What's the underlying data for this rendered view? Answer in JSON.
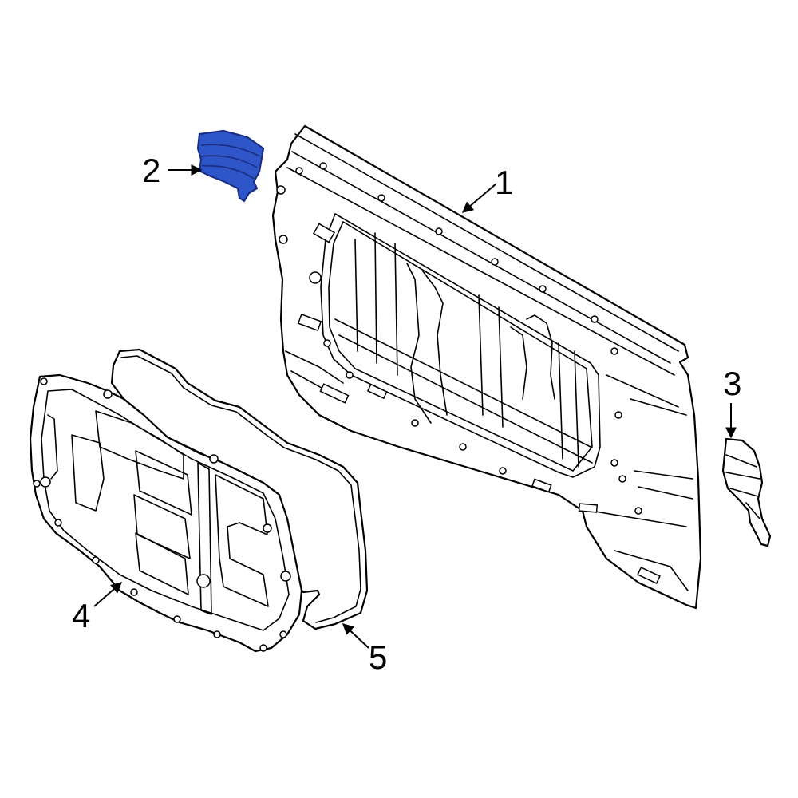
{
  "colors": {
    "highlight_fill": "#2f56c9",
    "highlight_stroke": "#1c2f86",
    "line": "#000000",
    "background": "#ffffff"
  },
  "callouts": [
    {
      "id": "1",
      "label": "1"
    },
    {
      "id": "2",
      "label": "2"
    },
    {
      "id": "3",
      "label": "3"
    },
    {
      "id": "4",
      "label": "4"
    },
    {
      "id": "5",
      "label": "5"
    }
  ]
}
